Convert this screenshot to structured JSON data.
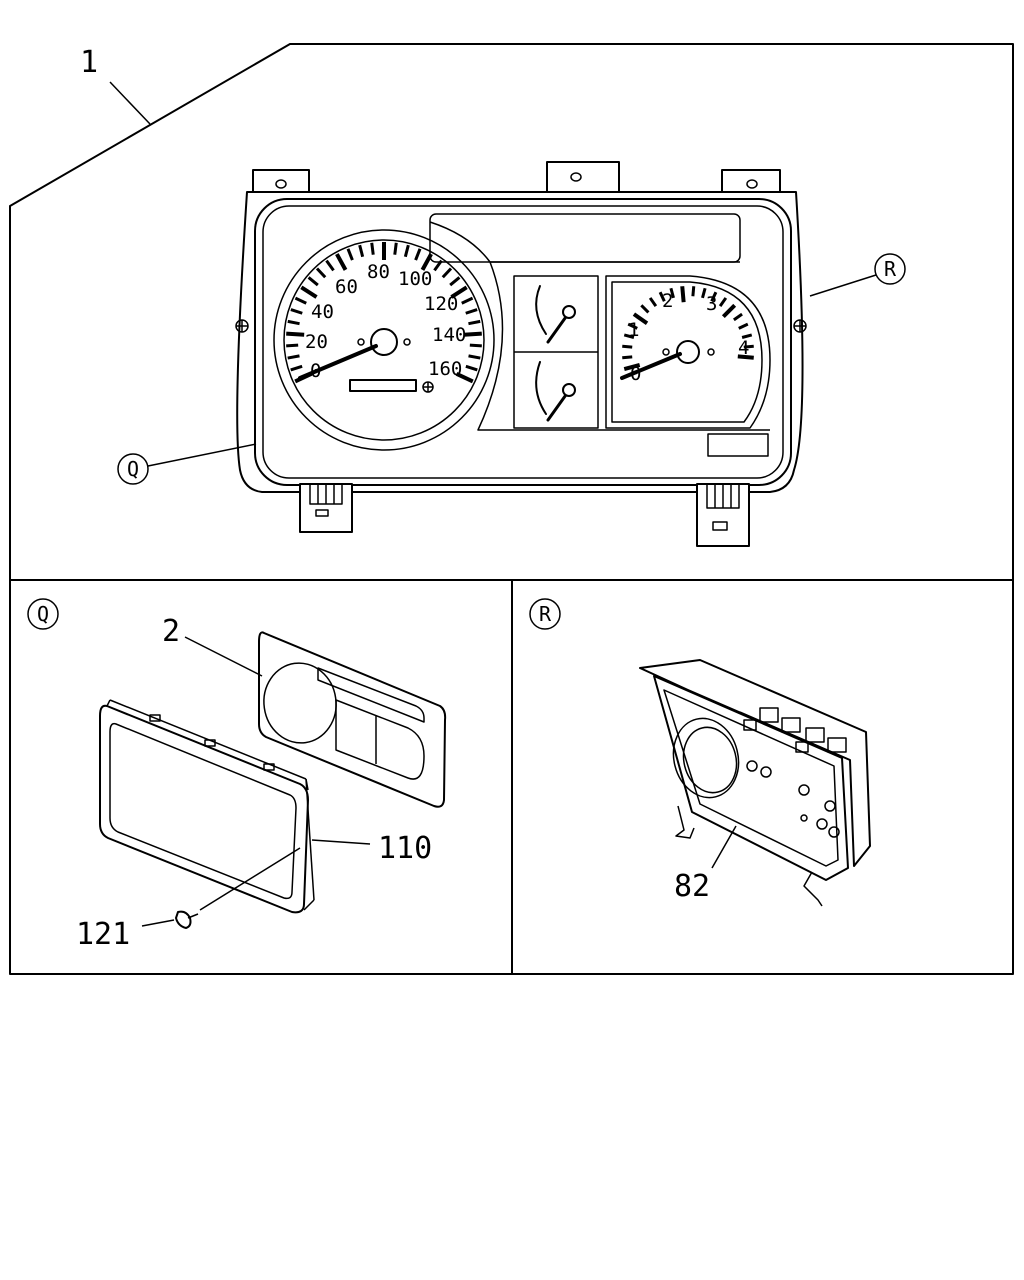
{
  "callouts": {
    "assembly": "1",
    "lens": "2",
    "case": "110",
    "screw": "121",
    "circuit_board": "82"
  },
  "views": {
    "q": "Q",
    "r": "R"
  },
  "speedometer": {
    "ticks": [
      "0",
      "20",
      "40",
      "60",
      "80",
      "100",
      "120",
      "140",
      "160"
    ]
  },
  "tachometer": {
    "ticks": [
      "0",
      "1",
      "2",
      "3",
      "4"
    ]
  }
}
